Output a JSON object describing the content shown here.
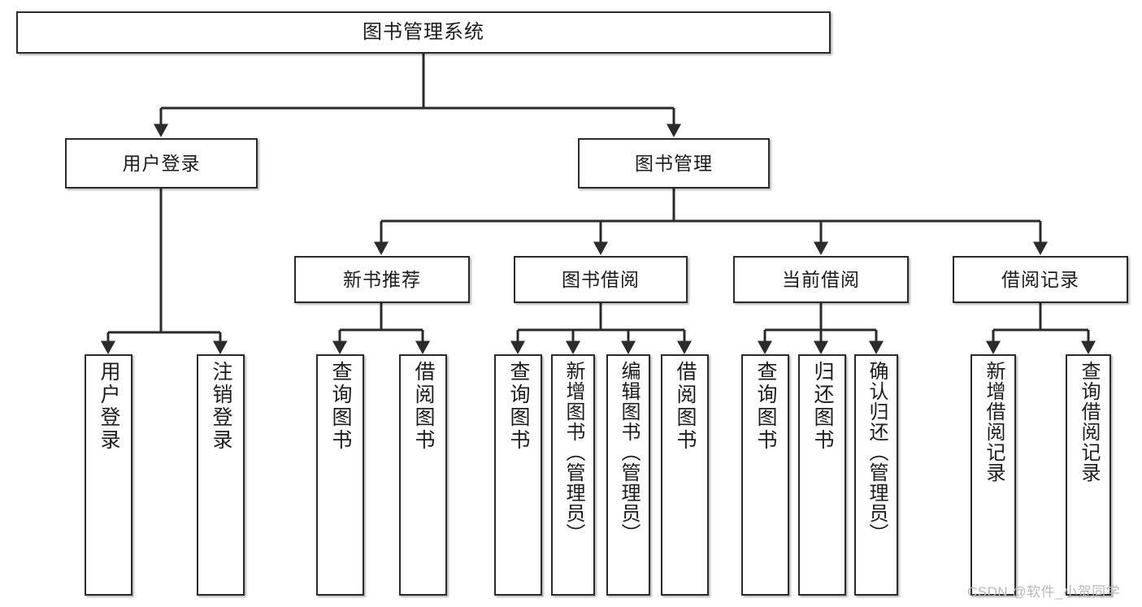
{
  "diagram": {
    "title": "图书管理系统",
    "type": "tree",
    "watermark": "CSDN @软件_小贺同学",
    "colors": {
      "box_border": "#2b2b2b",
      "box_fill": "#ffffff",
      "connector": "#2b2b2b",
      "text": "#1c1c1c",
      "watermark": "#b9b9b9"
    },
    "nodes": {
      "root": {
        "label": "图书管理系统"
      },
      "level2": [
        {
          "label": "用户登录"
        },
        {
          "label": "图书管理"
        }
      ],
      "level3": [
        {
          "label": "新书推荐"
        },
        {
          "label": "图书借阅"
        },
        {
          "label": "当前借阅"
        },
        {
          "label": "借阅记录"
        }
      ],
      "leaves": {
        "user_login": [
          {
            "label": "用户登录"
          },
          {
            "label": "注销登录"
          }
        ],
        "new_book_recommend": [
          {
            "label": "查询图书"
          },
          {
            "label": "借阅图书"
          }
        ],
        "book_borrow": [
          {
            "label": "查询图书"
          },
          {
            "label": "新增图书（管理员）"
          },
          {
            "label": "编辑图书（管理员）"
          },
          {
            "label": "借阅图书"
          }
        ],
        "current_borrow": [
          {
            "label": "查询图书"
          },
          {
            "label": "归还图书"
          },
          {
            "label": "确认归还（管理员）"
          }
        ],
        "borrow_record": [
          {
            "label": "新增借阅记录"
          },
          {
            "label": "查询借阅记录"
          }
        ]
      }
    }
  }
}
